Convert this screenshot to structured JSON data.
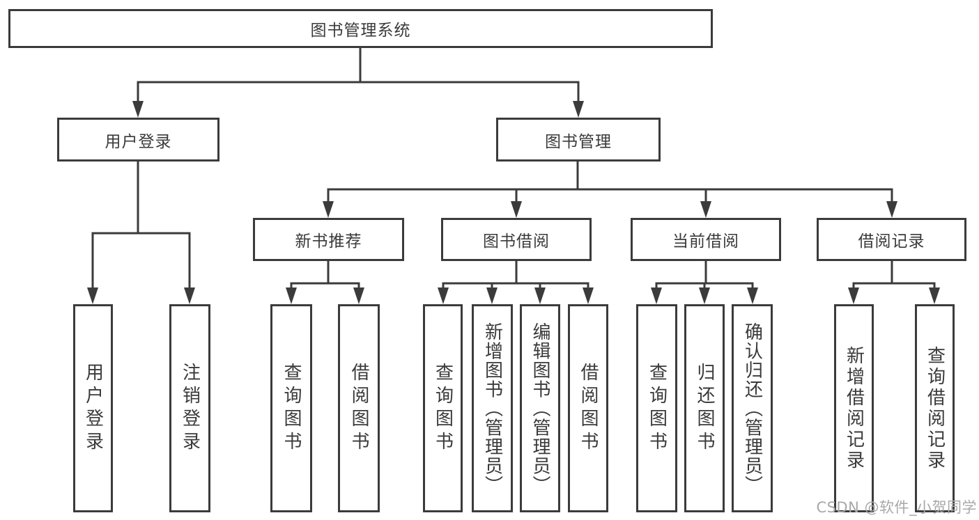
{
  "diagram": {
    "root": {
      "label": "图书管理系统"
    },
    "level2": [
      {
        "label": "用户登录"
      },
      {
        "label": "图书管理"
      }
    ],
    "level3": [
      {
        "label": "新书推荐"
      },
      {
        "label": "图书借阅"
      },
      {
        "label": "当前借阅"
      },
      {
        "label": "借阅记录"
      }
    ],
    "leaves_user_login": [
      {
        "label": "用户登录"
      },
      {
        "label": "注销登录"
      }
    ],
    "leaves_new_books": [
      {
        "label": "查询图书"
      },
      {
        "label": "借阅图书"
      }
    ],
    "leaves_book_borrow": [
      {
        "label": "查询图书"
      },
      {
        "label": "新增图书（管理员）"
      },
      {
        "label": "编辑图书（管理员）"
      },
      {
        "label": "借阅图书"
      }
    ],
    "leaves_current_borrow": [
      {
        "label": "查询图书"
      },
      {
        "label": "归还图书"
      },
      {
        "label": "确认归还（管理员）"
      }
    ],
    "leaves_borrow_records": [
      {
        "label": "新增借阅记录"
      },
      {
        "label": "查询借阅记录"
      }
    ]
  },
  "watermark": "CSDN @软件_小贺同学",
  "colors": {
    "line": "#3b3b3b",
    "text": "#3a3a3a",
    "background": "#ffffff",
    "watermark": "#a8a8a8"
  }
}
